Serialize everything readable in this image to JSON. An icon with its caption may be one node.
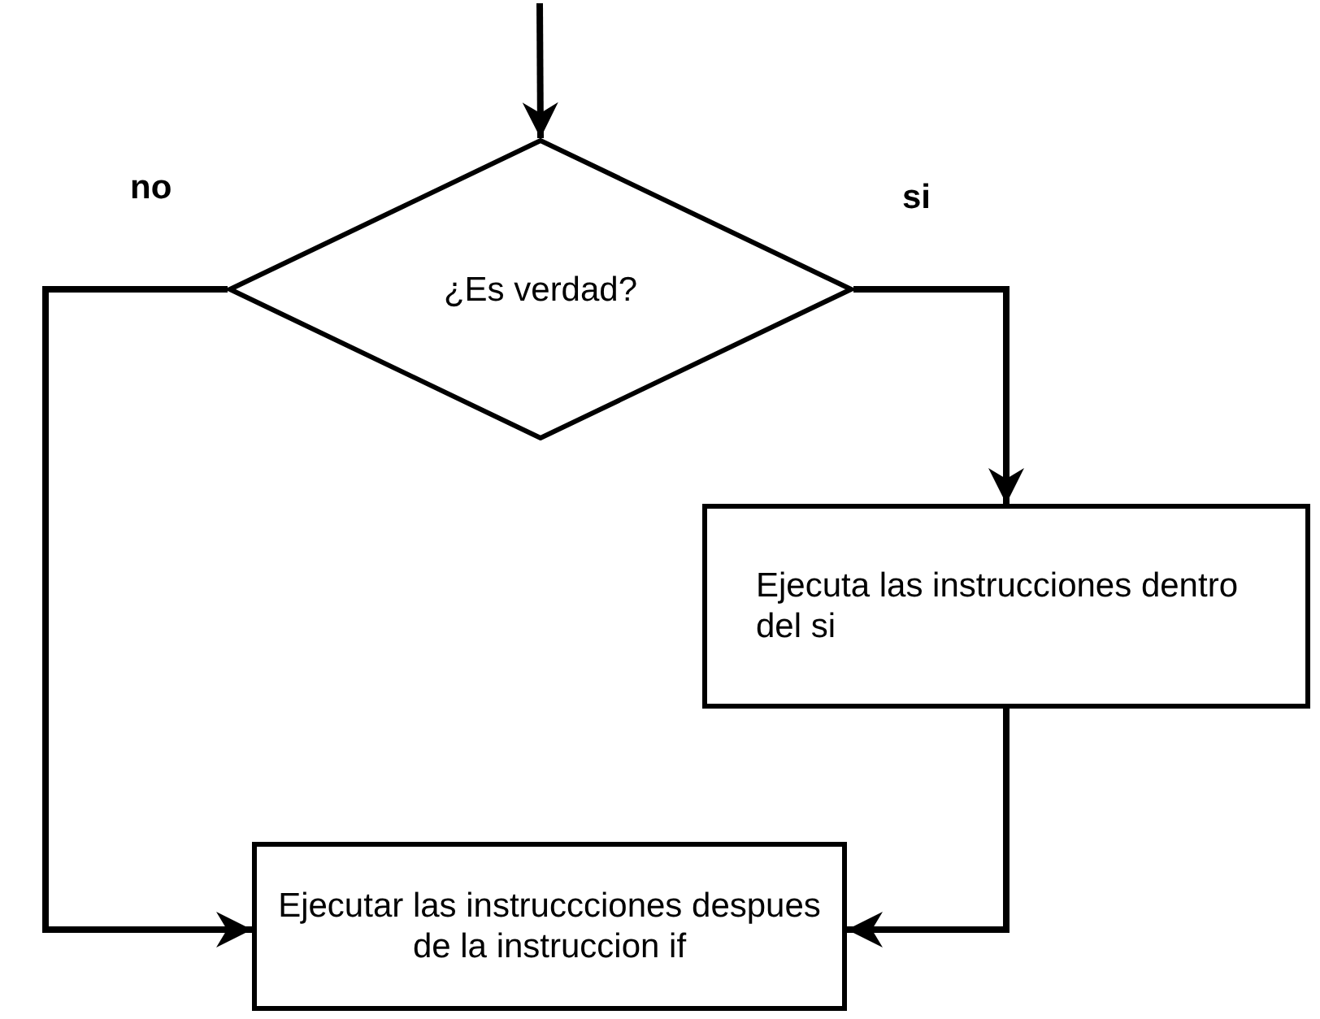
{
  "diagram": {
    "nodes": [
      {
        "text": [
          "¿Es verdad?"
        ]
      },
      {
        "text": [
          "Ejecuta las instrucciones dentro del si"
        ]
      },
      {
        "text": [
          "Ejecutar las instruccciones despues de la instruccion if"
        ]
      }
    ],
    "edges": [
      {
        "from": null,
        "to": 0,
        "arrow": "to"
      },
      {
        "from": 0,
        "to": 1,
        "arrow": "to",
        "label": "si"
      },
      {
        "from": 0,
        "to": 2,
        "arrow": "to",
        "label": "no"
      },
      {
        "from": 1,
        "to": 2,
        "arrow": "to"
      }
    ]
  }
}
